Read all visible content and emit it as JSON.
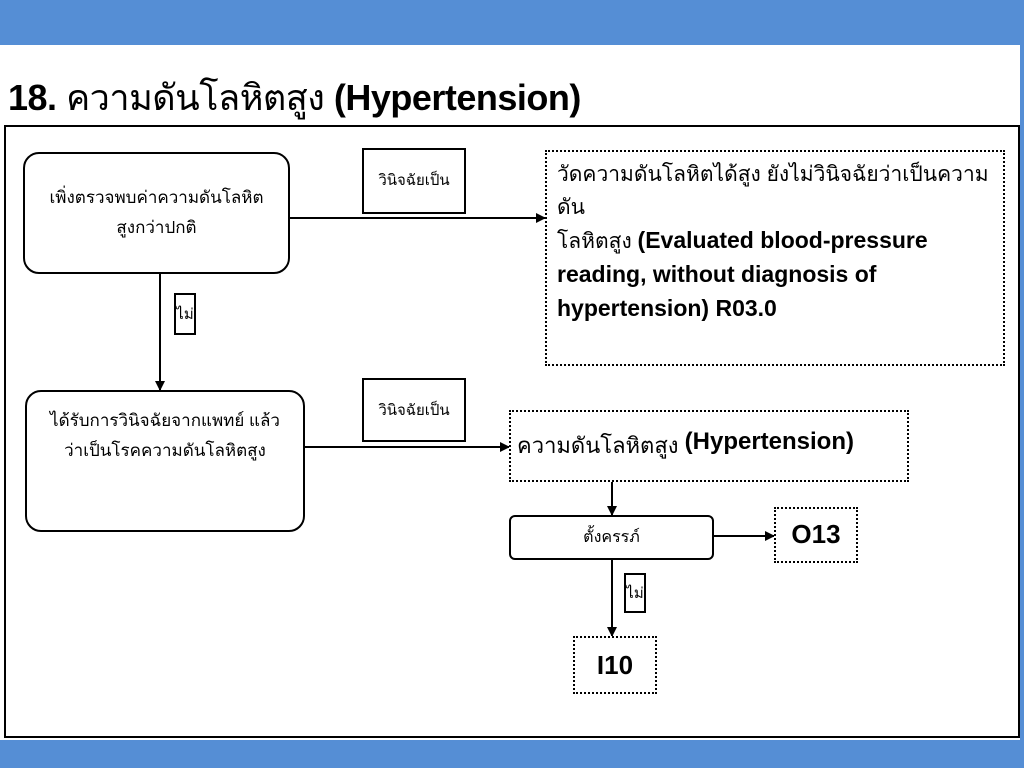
{
  "title": {
    "number": "18.",
    "thai": "ความดันโลหิตสูง",
    "english": "(Hypertension)"
  },
  "nodes": {
    "start_line1": "เพิ่งตรวจพบค่าความดันโลหิต",
    "start_line2": "สูงกว่าปกติ",
    "diagnosed_line1": "ได้รับการวินิจฉัยจากแพทย์ แล้ว",
    "diagnosed_line2": "ว่าเป็นโรคความดันโลหิตสูง",
    "result_elevated_thai1": "วัดความดันโลหิตได้สูง ยังไม่วินิจฉัยว่าเป็นความดัน",
    "result_elevated_thai2": "โลหิตสูง",
    "result_elevated_english": "(Evaluated blood-pressure reading, without diagnosis of hypertension) R03.0",
    "hypertension_thai": "ความดันโลหิตสูง",
    "hypertension_english": "(Hypertension)",
    "pregnant": "ตั้งครรภ์",
    "code_o13": "O13",
    "code_i10": "I10"
  },
  "edge_labels": {
    "diagnosed_as_1": "วินิจฉัยเป็น",
    "diagnosed_as_2": "วินิจฉัยเป็น",
    "no_1": "ไม่",
    "no_2": "ไม่"
  },
  "colors": {
    "band": "#558ed5"
  }
}
